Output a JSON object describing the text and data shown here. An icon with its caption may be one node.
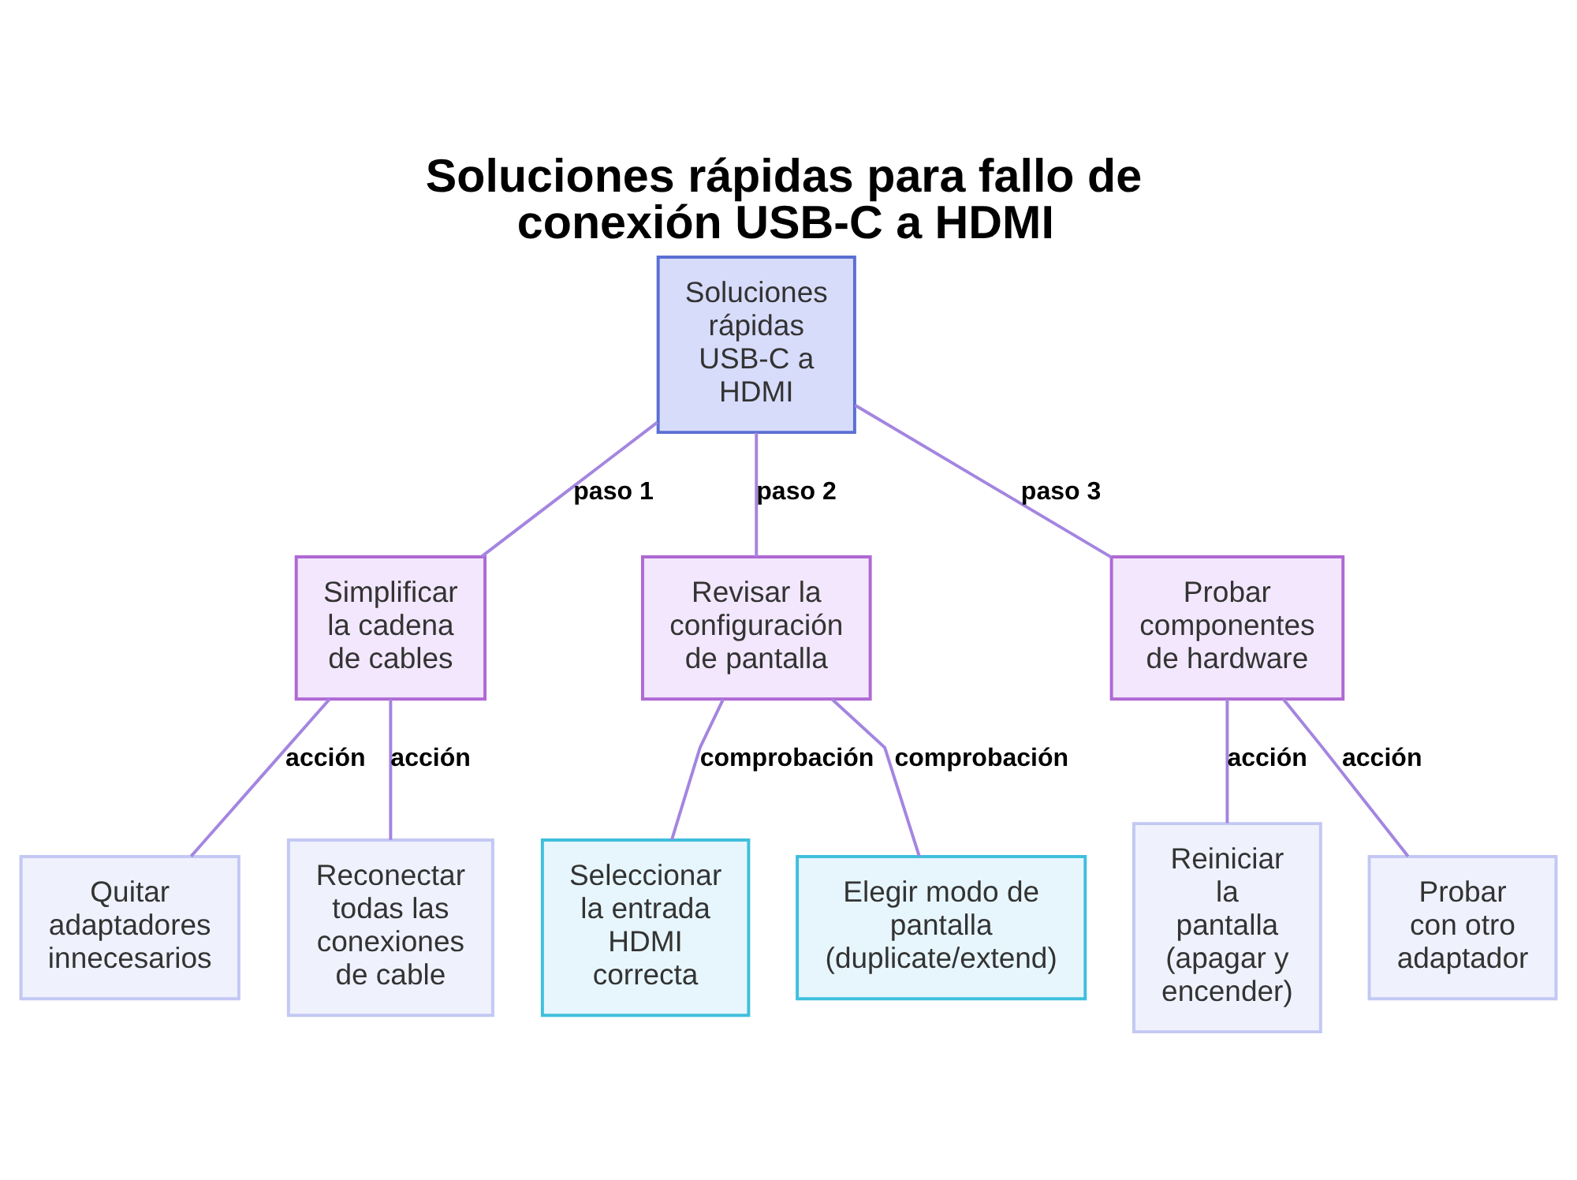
{
  "diagram": {
    "title": "Soluciones rápidas para fallo de conexión USB-C a HDMI",
    "nodes": [
      {
        "text": [
          "Soluciones rápidas USB-C a HDMI"
        ]
      },
      {
        "text": [
          "Simplificar la cadena de cables"
        ]
      },
      {
        "text": [
          "Revisar la configuración de pantalla"
        ]
      },
      {
        "text": [
          "Probar componentes de hardware"
        ]
      },
      {
        "text": [
          "Quitar adaptadores innecesarios"
        ]
      },
      {
        "text": [
          "Reconectar todas las conexiones de cable"
        ]
      },
      {
        "text": [
          "Seleccionar la entrada HDMI correcta"
        ]
      },
      {
        "text": [
          "Elegir modo de pantalla (duplicate/extend)"
        ]
      },
      {
        "text": [
          "Reiniciar la pantalla (apagar y encender)"
        ]
      },
      {
        "text": [
          "Probar con otro adaptador"
        ]
      }
    ],
    "edges": [
      {
        "from": 0,
        "to": 1,
        "arrow": "none",
        "label": "paso 1"
      },
      {
        "from": 0,
        "to": 2,
        "arrow": "none",
        "label": "paso 2"
      },
      {
        "from": 0,
        "to": 3,
        "arrow": "none",
        "label": "paso 3"
      },
      {
        "from": 1,
        "to": 4,
        "arrow": "none",
        "label": "acción"
      },
      {
        "from": 1,
        "to": 5,
        "arrow": "none",
        "label": "acción"
      },
      {
        "from": 2,
        "to": 6,
        "arrow": "none",
        "label": "comprobación"
      },
      {
        "from": 2,
        "to": 7,
        "arrow": "none",
        "label": "comprobación"
      },
      {
        "from": 3,
        "to": 8,
        "arrow": "none",
        "label": "acción"
      },
      {
        "from": 3,
        "to": 9,
        "arrow": "none",
        "label": "acción"
      }
    ]
  }
}
